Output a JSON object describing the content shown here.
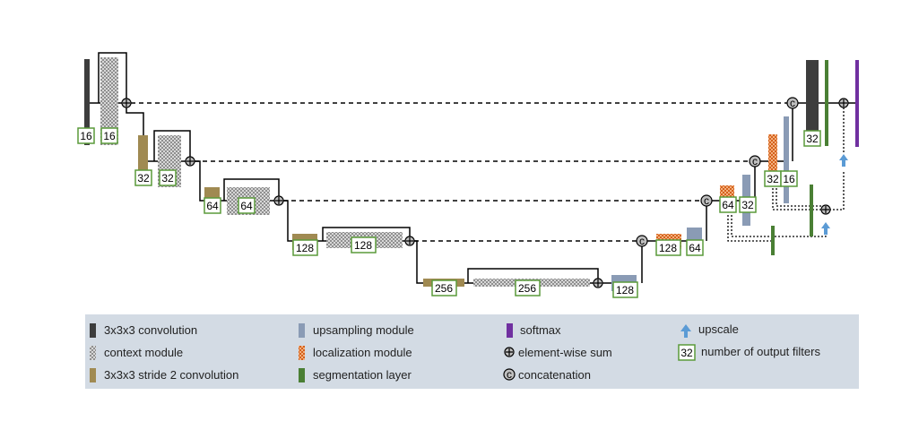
{
  "colors": {
    "conv": "#3d3d3d",
    "context": "#bcbcbc",
    "stride": "#a08a52",
    "upsampling": "#8a9bb5",
    "localization": "#e07a38",
    "segmentation": "#4a7f34",
    "softmax": "#7030a0",
    "upscale": "#5b9bd5",
    "filter_box": "#5a9a3a",
    "legend_bg": "#d3dbe4"
  },
  "filters": {
    "l0_conv": "16",
    "l0_ctx": "16",
    "l1_stride": "32",
    "l1_ctx": "32",
    "l2_stride": "64",
    "l2_ctx": "64",
    "l3_stride": "128",
    "l3_ctx": "128",
    "l4_stride": "256",
    "l4_ctx": "256",
    "l4_up": "128",
    "l3_loc": "128",
    "l3_up": "64",
    "l2_loc": "64",
    "l2_up": "32",
    "l1_loc": "32",
    "l1_up": "16",
    "l0_conv_out": "32"
  },
  "legend": {
    "conv": "3x3x3 convolution",
    "context": "context module",
    "stride": "3x3x3 stride 2 convolution",
    "upsampling": "upsampling  module",
    "localization": "localization module",
    "segmentation": "segmentation layer",
    "softmax": "softmax",
    "sum": "element-wise sum",
    "concat": "concatenation",
    "upscale": "upscale",
    "filters": "number of output filters",
    "filters_example": "32",
    "concat_symbol": "c"
  }
}
